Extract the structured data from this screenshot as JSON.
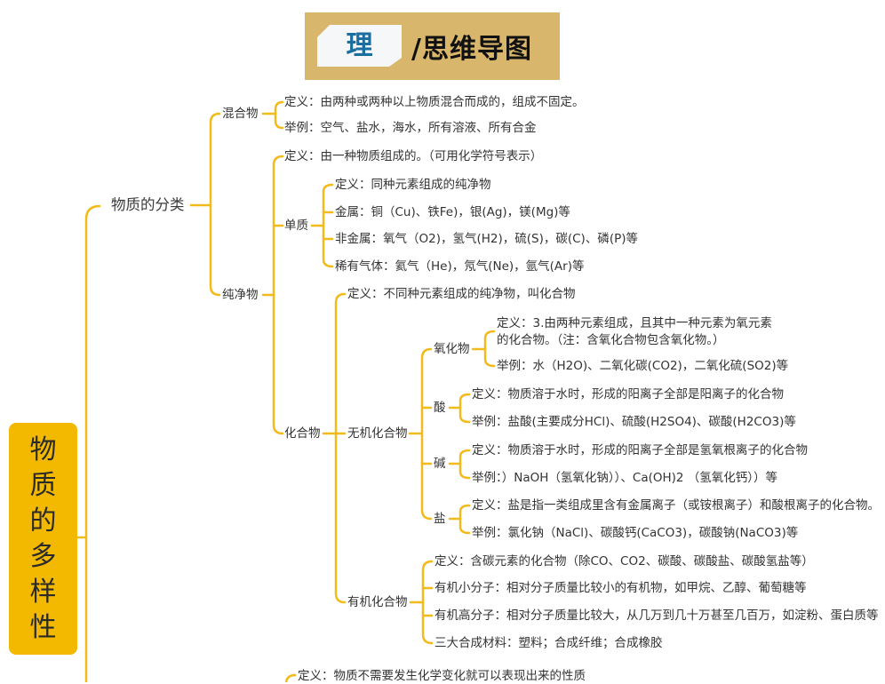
{
  "banner": {
    "badge": "理",
    "title": "/思维导图",
    "colors": {
      "background": "#d8b66b",
      "badge_bg": "#f6f7f8",
      "badge_text": "#1b6fa0"
    }
  },
  "root": {
    "chars": [
      "物",
      "质",
      "的",
      "多",
      "样",
      "性"
    ],
    "label": "物质的多样性",
    "color": "#f3b800"
  },
  "line_color": "#f2ba1a",
  "tree": {
    "classification": {
      "label": "物质的分类",
      "mixture": {
        "label": "混合物",
        "definition": "定义：由两种或两种以上物质混合而成的，组成不固定。",
        "examples": "举例：空气、盐水，海水，所有溶液、所有合金"
      },
      "pure": {
        "label": "纯净物",
        "definition": "定义：由一种物质组成的。（可用化学符号表示）",
        "element": {
          "label": "单质",
          "items": [
            "定义：同种元素组成的纯净物",
            "金属：铜（Cu)、铁Fe)，银(Ag)，镁(Mg)等",
            "非金属：氧气（O2)，氢气(H2)，硫(S)，碳(C)、磷(P)等",
            "稀有气体：氦气（He)，氖气(Ne)，氩气(Ar)等"
          ]
        },
        "compound": {
          "label": "化合物",
          "definition": "定义：不同种元素组成的纯净物，叫化合物",
          "inorganic": {
            "label": "无机化合物",
            "oxide": {
              "label": "氧化物",
              "definition_line1": "定义：3.由两种元素组成，且其中一种元素为氧元素",
              "definition_line2": "的化合物。（注：含氧化合物包含氧化物。）",
              "examples": "举例：水（H2O)、二氧化碳(CO2)，二氧化硫(SO2)等"
            },
            "acid": {
              "label": "酸",
              "definition": "定义：物质溶于水时，形成的阳离子全部是阳离子的化合物",
              "examples": "举例：盐酸(主要成分HCl)、硫酸(H2SO4)、碳酸(H2CO3)等"
            },
            "base": {
              "label": "碱",
              "definition": "定义：物质溶于水时，形成的阳离子全部是氢氧根离子的化合物",
              "examples": "举例：）NaOH（氢氧化钠））、Ca(OH)2 （氢氧化钙））等"
            },
            "salt": {
              "label": "盐",
              "definition": "定义：盐是指一类组成里含有金属离子（或铵根离子）和酸根离子的化合物。",
              "examples": "举例：氯化钠（NaCl)、碳酸钙(CaCO3)，碳酸钠(NaCO3)等"
            }
          },
          "organic": {
            "label": "有机化合物",
            "items": [
              "定义：含碳元素的化合物（除CO、CO2、碳酸、碳酸盐、碳酸氢盐等）",
              "有机小分子：相对分子质量比较小的有机物，如甲烷、乙醇、葡萄糖等",
              "有机高分子：相对分子质量比较大，从几万到几十万甚至几百万，如淀粉、蛋白质等",
              "三大合成材料：塑料；合成纤维；合成橡胶"
            ]
          }
        }
      }
    },
    "properties_partial": {
      "definition": "定义：物质不需要发生化学变化就可以表现出来的性质"
    }
  }
}
